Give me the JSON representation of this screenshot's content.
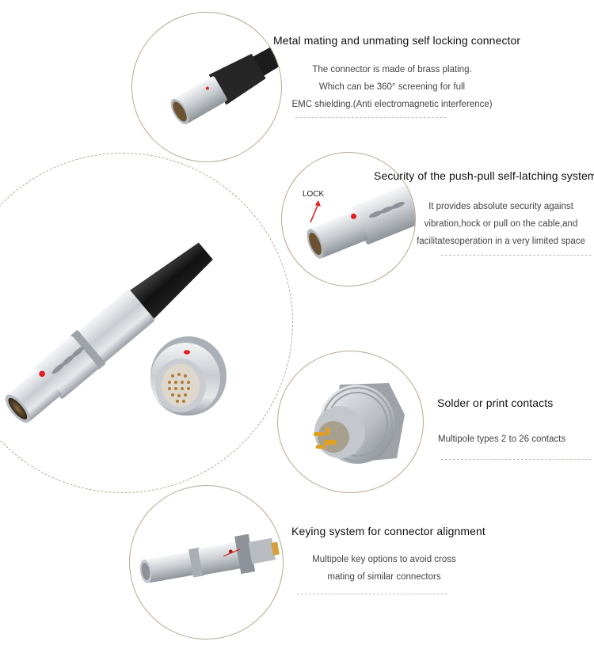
{
  "features": [
    {
      "title": "Metal mating and unmating self locking connector",
      "description": [
        "The connector is made of brass plating.",
        "Which can be 360° screening for full",
        "EMC shielding.(Anti electromagnetic interference)"
      ],
      "image": "cable-plug-connector-black-boot"
    },
    {
      "title": "Security of the push-pull self-latching system",
      "description": [
        "It provides absolute security against",
        "vibration,hock or pull on the cable,and",
        "facilitatesoperation in a very limited space"
      ],
      "image": "push-pull-plug-with-lock",
      "annotation": "LOCK"
    },
    {
      "title": "Solder or print contacts",
      "description": [
        "Multipole types 2 to 26 contacts"
      ],
      "image": "panel-socket-solder-contacts"
    },
    {
      "title": "Keying system for connector alignment",
      "description": [
        "Multipole key options to avoid cross",
        "mating of similar connectors"
      ],
      "image": "mated-plug-and-socket"
    }
  ],
  "hero": {
    "image": "plug-and-receptacle-pair"
  },
  "colors": {
    "circle_border": "#b8a896",
    "dashed_rule": "#c7c0b6",
    "red_marker": "#e02020",
    "text_title": "#111111",
    "text_body": "#444444"
  }
}
